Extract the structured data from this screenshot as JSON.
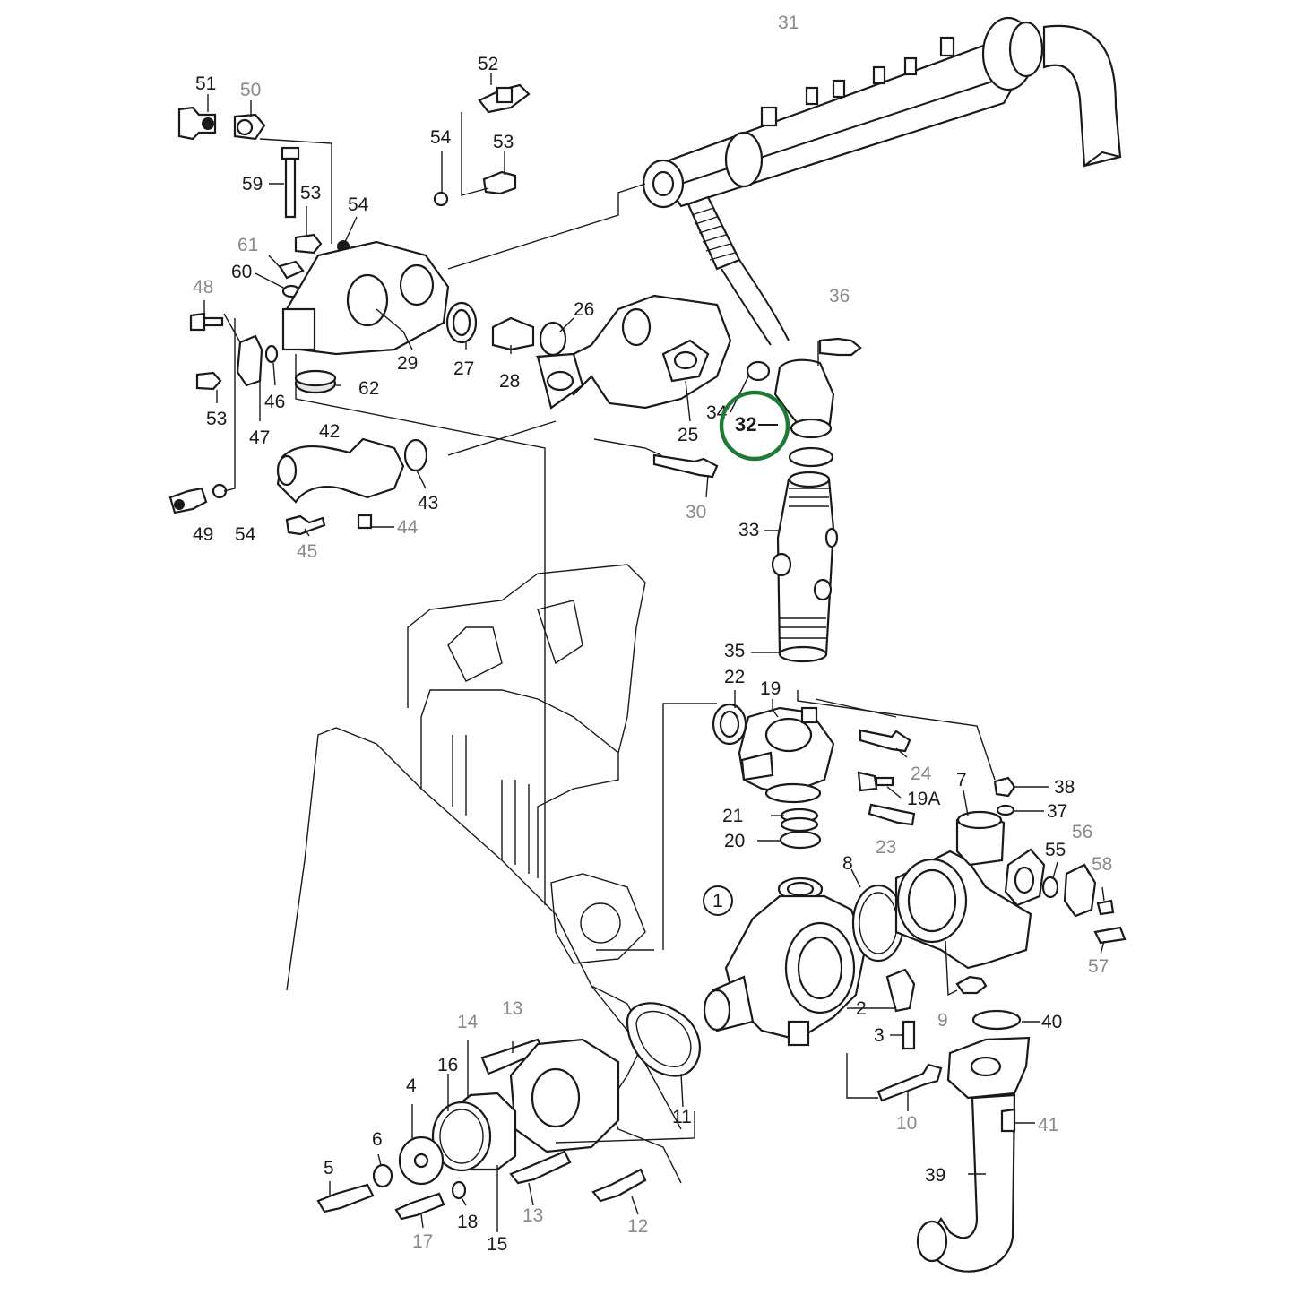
{
  "labels": [
    {
      "id": "51",
      "text": "51",
      "tone": "dark"
    },
    {
      "id": "50",
      "text": "50",
      "tone": "gray"
    },
    {
      "id": "52",
      "text": "52",
      "tone": "dark"
    },
    {
      "id": "54a",
      "text": "54",
      "tone": "dark"
    },
    {
      "id": "53a",
      "text": "53",
      "tone": "dark"
    },
    {
      "id": "59",
      "text": "59",
      "tone": "dark"
    },
    {
      "id": "53b",
      "text": "53",
      "tone": "dark"
    },
    {
      "id": "54b",
      "text": "54",
      "tone": "dark"
    },
    {
      "id": "61",
      "text": "61",
      "tone": "gray"
    },
    {
      "id": "60",
      "text": "60",
      "tone": "dark"
    },
    {
      "id": "48",
      "text": "48",
      "tone": "gray"
    },
    {
      "id": "31",
      "text": "31",
      "tone": "gray"
    },
    {
      "id": "26",
      "text": "26",
      "tone": "dark"
    },
    {
      "id": "36",
      "text": "36",
      "tone": "gray"
    },
    {
      "id": "29",
      "text": "29",
      "tone": "dark"
    },
    {
      "id": "27",
      "text": "27",
      "tone": "dark"
    },
    {
      "id": "28",
      "text": "28",
      "tone": "dark"
    },
    {
      "id": "46",
      "text": "46",
      "tone": "dark"
    },
    {
      "id": "62",
      "text": "62",
      "tone": "dark"
    },
    {
      "id": "53c",
      "text": "53",
      "tone": "dark"
    },
    {
      "id": "47",
      "text": "47",
      "tone": "dark"
    },
    {
      "id": "25",
      "text": "25",
      "tone": "dark"
    },
    {
      "id": "34",
      "text": "34",
      "tone": "dark"
    },
    {
      "id": "42",
      "text": "42",
      "tone": "dark"
    },
    {
      "id": "43",
      "text": "43",
      "tone": "dark"
    },
    {
      "id": "30",
      "text": "30",
      "tone": "gray"
    },
    {
      "id": "49",
      "text": "49",
      "tone": "dark"
    },
    {
      "id": "54c",
      "text": "54",
      "tone": "dark"
    },
    {
      "id": "44",
      "text": "44",
      "tone": "gray"
    },
    {
      "id": "45",
      "text": "45",
      "tone": "gray"
    },
    {
      "id": "33",
      "text": "33",
      "tone": "dark"
    },
    {
      "id": "35",
      "text": "35",
      "tone": "dark"
    },
    {
      "id": "22",
      "text": "22",
      "tone": "dark"
    },
    {
      "id": "19",
      "text": "19",
      "tone": "dark"
    },
    {
      "id": "24",
      "text": "24",
      "tone": "gray"
    },
    {
      "id": "7",
      "text": "7",
      "tone": "dark"
    },
    {
      "id": "38",
      "text": "38",
      "tone": "dark"
    },
    {
      "id": "37",
      "text": "37",
      "tone": "dark"
    },
    {
      "id": "19A",
      "text": "19A",
      "tone": "dark"
    },
    {
      "id": "21",
      "text": "21",
      "tone": "dark"
    },
    {
      "id": "20",
      "text": "20",
      "tone": "dark"
    },
    {
      "id": "23",
      "text": "23",
      "tone": "gray"
    },
    {
      "id": "56",
      "text": "56",
      "tone": "gray"
    },
    {
      "id": "55",
      "text": "55",
      "tone": "dark"
    },
    {
      "id": "58",
      "text": "58",
      "tone": "gray"
    },
    {
      "id": "8",
      "text": "8",
      "tone": "dark"
    },
    {
      "id": "57",
      "text": "57",
      "tone": "gray"
    },
    {
      "id": "9",
      "text": "9",
      "tone": "gray"
    },
    {
      "id": "40",
      "text": "40",
      "tone": "dark"
    },
    {
      "id": "2",
      "text": "2",
      "tone": "dark"
    },
    {
      "id": "3",
      "text": "3",
      "tone": "dark"
    },
    {
      "id": "13a",
      "text": "13",
      "tone": "gray"
    },
    {
      "id": "14",
      "text": "14",
      "tone": "gray"
    },
    {
      "id": "16",
      "text": "16",
      "tone": "dark"
    },
    {
      "id": "4",
      "text": "4",
      "tone": "dark"
    },
    {
      "id": "6",
      "text": "6",
      "tone": "dark"
    },
    {
      "id": "5",
      "text": "5",
      "tone": "dark"
    },
    {
      "id": "11",
      "text": "11",
      "tone": "dark"
    },
    {
      "id": "10",
      "text": "10",
      "tone": "gray"
    },
    {
      "id": "41",
      "text": "41",
      "tone": "gray"
    },
    {
      "id": "39",
      "text": "39",
      "tone": "dark"
    },
    {
      "id": "18",
      "text": "18",
      "tone": "dark"
    },
    {
      "id": "13b",
      "text": "13",
      "tone": "gray"
    },
    {
      "id": "17",
      "text": "17",
      "tone": "gray"
    },
    {
      "id": "15",
      "text": "15",
      "tone": "dark"
    },
    {
      "id": "12",
      "text": "12",
      "tone": "gray"
    },
    {
      "id": "1",
      "text": "1",
      "tone": "dark"
    }
  ],
  "highlight": {
    "text": "32",
    "color": "#1e7a34"
  }
}
